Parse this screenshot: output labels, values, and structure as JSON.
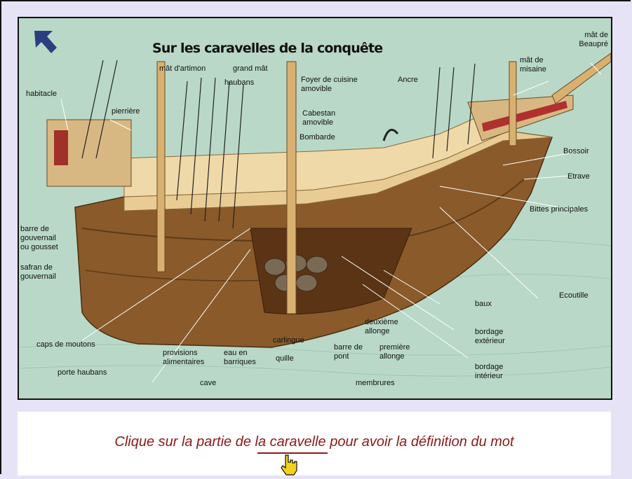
{
  "title": "Sur les caravelles de la conquête",
  "instruction": "Clique sur la partie de la caravelle pour avoir la définition du mot",
  "icons": {
    "back": "back-arrow-icon",
    "cursor": "hand-pointer-icon"
  },
  "colors": {
    "page_bg": "#e6e3f7",
    "water": "#b9d8c8",
    "hull": "#8a5a2b",
    "deck": "#e8cc94",
    "instruction": "#8b1a1a",
    "arrow": "#2b3f7f"
  },
  "labels": {
    "beaupre": "mât de Beaupré",
    "misaine": "mât de misaine",
    "artimon": "mât d'artimon",
    "grand_mat": "grand mât",
    "foyer": "Foyer de cuisine amovible",
    "ancre": "Ancre",
    "habitacle": "habitacle",
    "haubans": "haubans",
    "pierriere": "pierrière",
    "cabestan": "Cabestan amovible",
    "bombarde": "Bombarde",
    "bossoir": "Bossoir",
    "etrave": "Etrave",
    "bittes": "Bittes principales",
    "barre_gouvernail": "barre de gouvernail ou gousset",
    "safran": "safran de gouvernail",
    "ecoutille": "Ecoutille",
    "baux": "baux",
    "deuxieme_allonge": "deuxième allonge",
    "bordage_ext": "bordage extérieur",
    "carlingue": "carlingue",
    "caps": "caps de moutons",
    "provisions": "provisions alimentaires",
    "eau": "eau en barriques",
    "quille": "quille",
    "barre_pont": "barre de pont",
    "premiere_allonge": "première allonge",
    "bordage_int": "bordage intérieur",
    "porte_haubans": "porte haubans",
    "cave": "cave",
    "membrures": "membrures"
  }
}
